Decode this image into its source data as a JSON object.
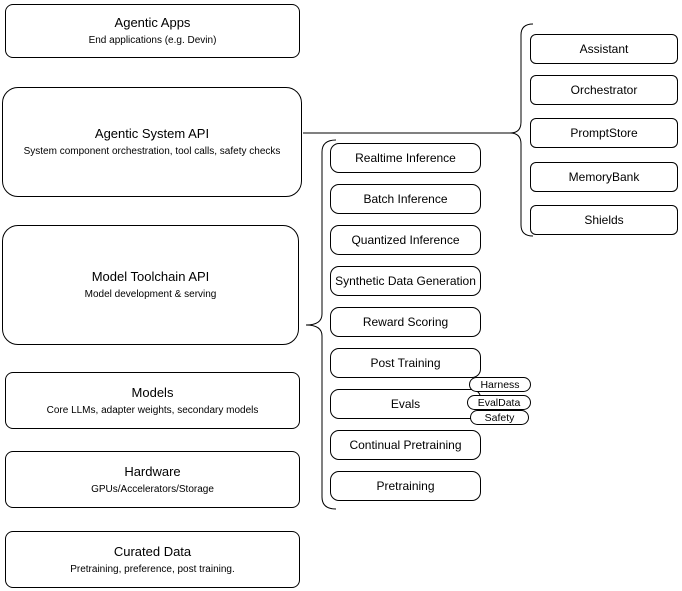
{
  "colors": {
    "stroke": "#000000",
    "background": "#ffffff",
    "node_fill": "#ffffff",
    "text": "#000000"
  },
  "left_stack": [
    {
      "title": "Agentic Apps",
      "subtitle": "End applications (e.g. Devin)"
    },
    {
      "title": "Agentic System API",
      "subtitle": "System component orchestration, tool calls, safety checks"
    },
    {
      "title": "Model Toolchain API",
      "subtitle": "Model development & serving"
    },
    {
      "title": "Models",
      "subtitle": "Core LLMs, adapter weights, secondary models"
    },
    {
      "title": "Hardware",
      "subtitle": "GPUs/Accelerators/Storage"
    },
    {
      "title": "Curated Data",
      "subtitle": "Pretraining, preference, post training."
    }
  ],
  "toolchain": {
    "items": [
      "Realtime Inference",
      "Batch Inference",
      "Quantized Inference",
      "Synthetic Data Generation",
      "Reward Scoring",
      "Post Training",
      "Evals",
      "Continual Pretraining",
      "Pretraining"
    ],
    "evals_tags": [
      "Harness",
      "EvalData",
      "Safety"
    ]
  },
  "system_components": {
    "items": [
      "Assistant",
      "Orchestrator",
      "PromptStore",
      "MemoryBank",
      "Shields"
    ]
  }
}
